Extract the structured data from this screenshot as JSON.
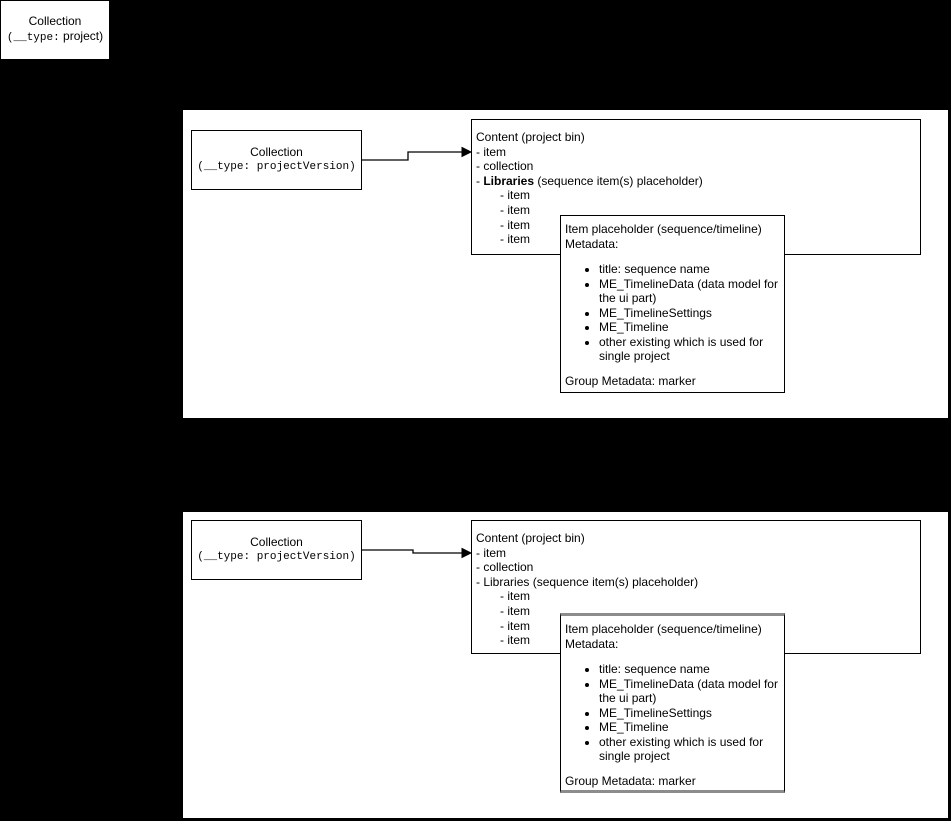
{
  "colors": {
    "page_bg": "#000000",
    "panel_bg": "#ffffff",
    "node_border": "#000000",
    "selected_edge": "#8c8c8c",
    "text": "#000000"
  },
  "standalone_box": {
    "title": "Collection",
    "subtitle_mono": "(__type:",
    "subtitle_rest": " project)"
  },
  "panels": [
    {
      "collection_box": {
        "title": "Collection",
        "subtitle": "(__type: projectVersion)"
      },
      "content_box": {
        "title": "Content (project bin)",
        "item1": "- item",
        "item2": "- collection",
        "libraries_prefix": "- ",
        "libraries_label": "Libraries",
        "libraries_suffix": " (sequence item(s) placeholder)",
        "libraries_bold": true,
        "sub_item1": "- item",
        "sub_item2": "- item",
        "sub_item3": "- item",
        "sub_item4": "- item"
      },
      "placeholder_box": {
        "title": "Item placeholder (sequence/timeline)",
        "subtitle": "Metadata:",
        "bullets": [
          [
            "title: sequence name"
          ],
          [
            "ME_TimelineData (data model for",
            "the ui part)"
          ],
          [
            "ME_TimelineSettings"
          ],
          [
            "ME_Timeline"
          ],
          [
            "other existing which is used for",
            "single project"
          ]
        ],
        "footer": "Group Metadata: marker",
        "selected": false
      }
    },
    {
      "collection_box": {
        "title": "Collection",
        "subtitle": "(__type: projectVersion)"
      },
      "content_box": {
        "title": "Content (project bin)",
        "item1": "- item",
        "item2": "- collection",
        "libraries_prefix": "- ",
        "libraries_label": "Libraries",
        "libraries_suffix": " (sequence item(s) placeholder)",
        "libraries_bold": false,
        "sub_item1": "- item",
        "sub_item2": "- item",
        "sub_item3": "- item",
        "sub_item4": "- item"
      },
      "placeholder_box": {
        "title": "Item placeholder (sequence/timeline)",
        "subtitle": "Metadata:",
        "bullets": [
          [
            "title: sequence name"
          ],
          [
            "ME_TimelineData (data model for",
            "the ui part)"
          ],
          [
            "ME_TimelineSettings"
          ],
          [
            "ME_Timeline"
          ],
          [
            "other existing which is used for",
            "single project"
          ]
        ],
        "footer": "Group Metadata: marker",
        "selected": true
      }
    }
  ]
}
